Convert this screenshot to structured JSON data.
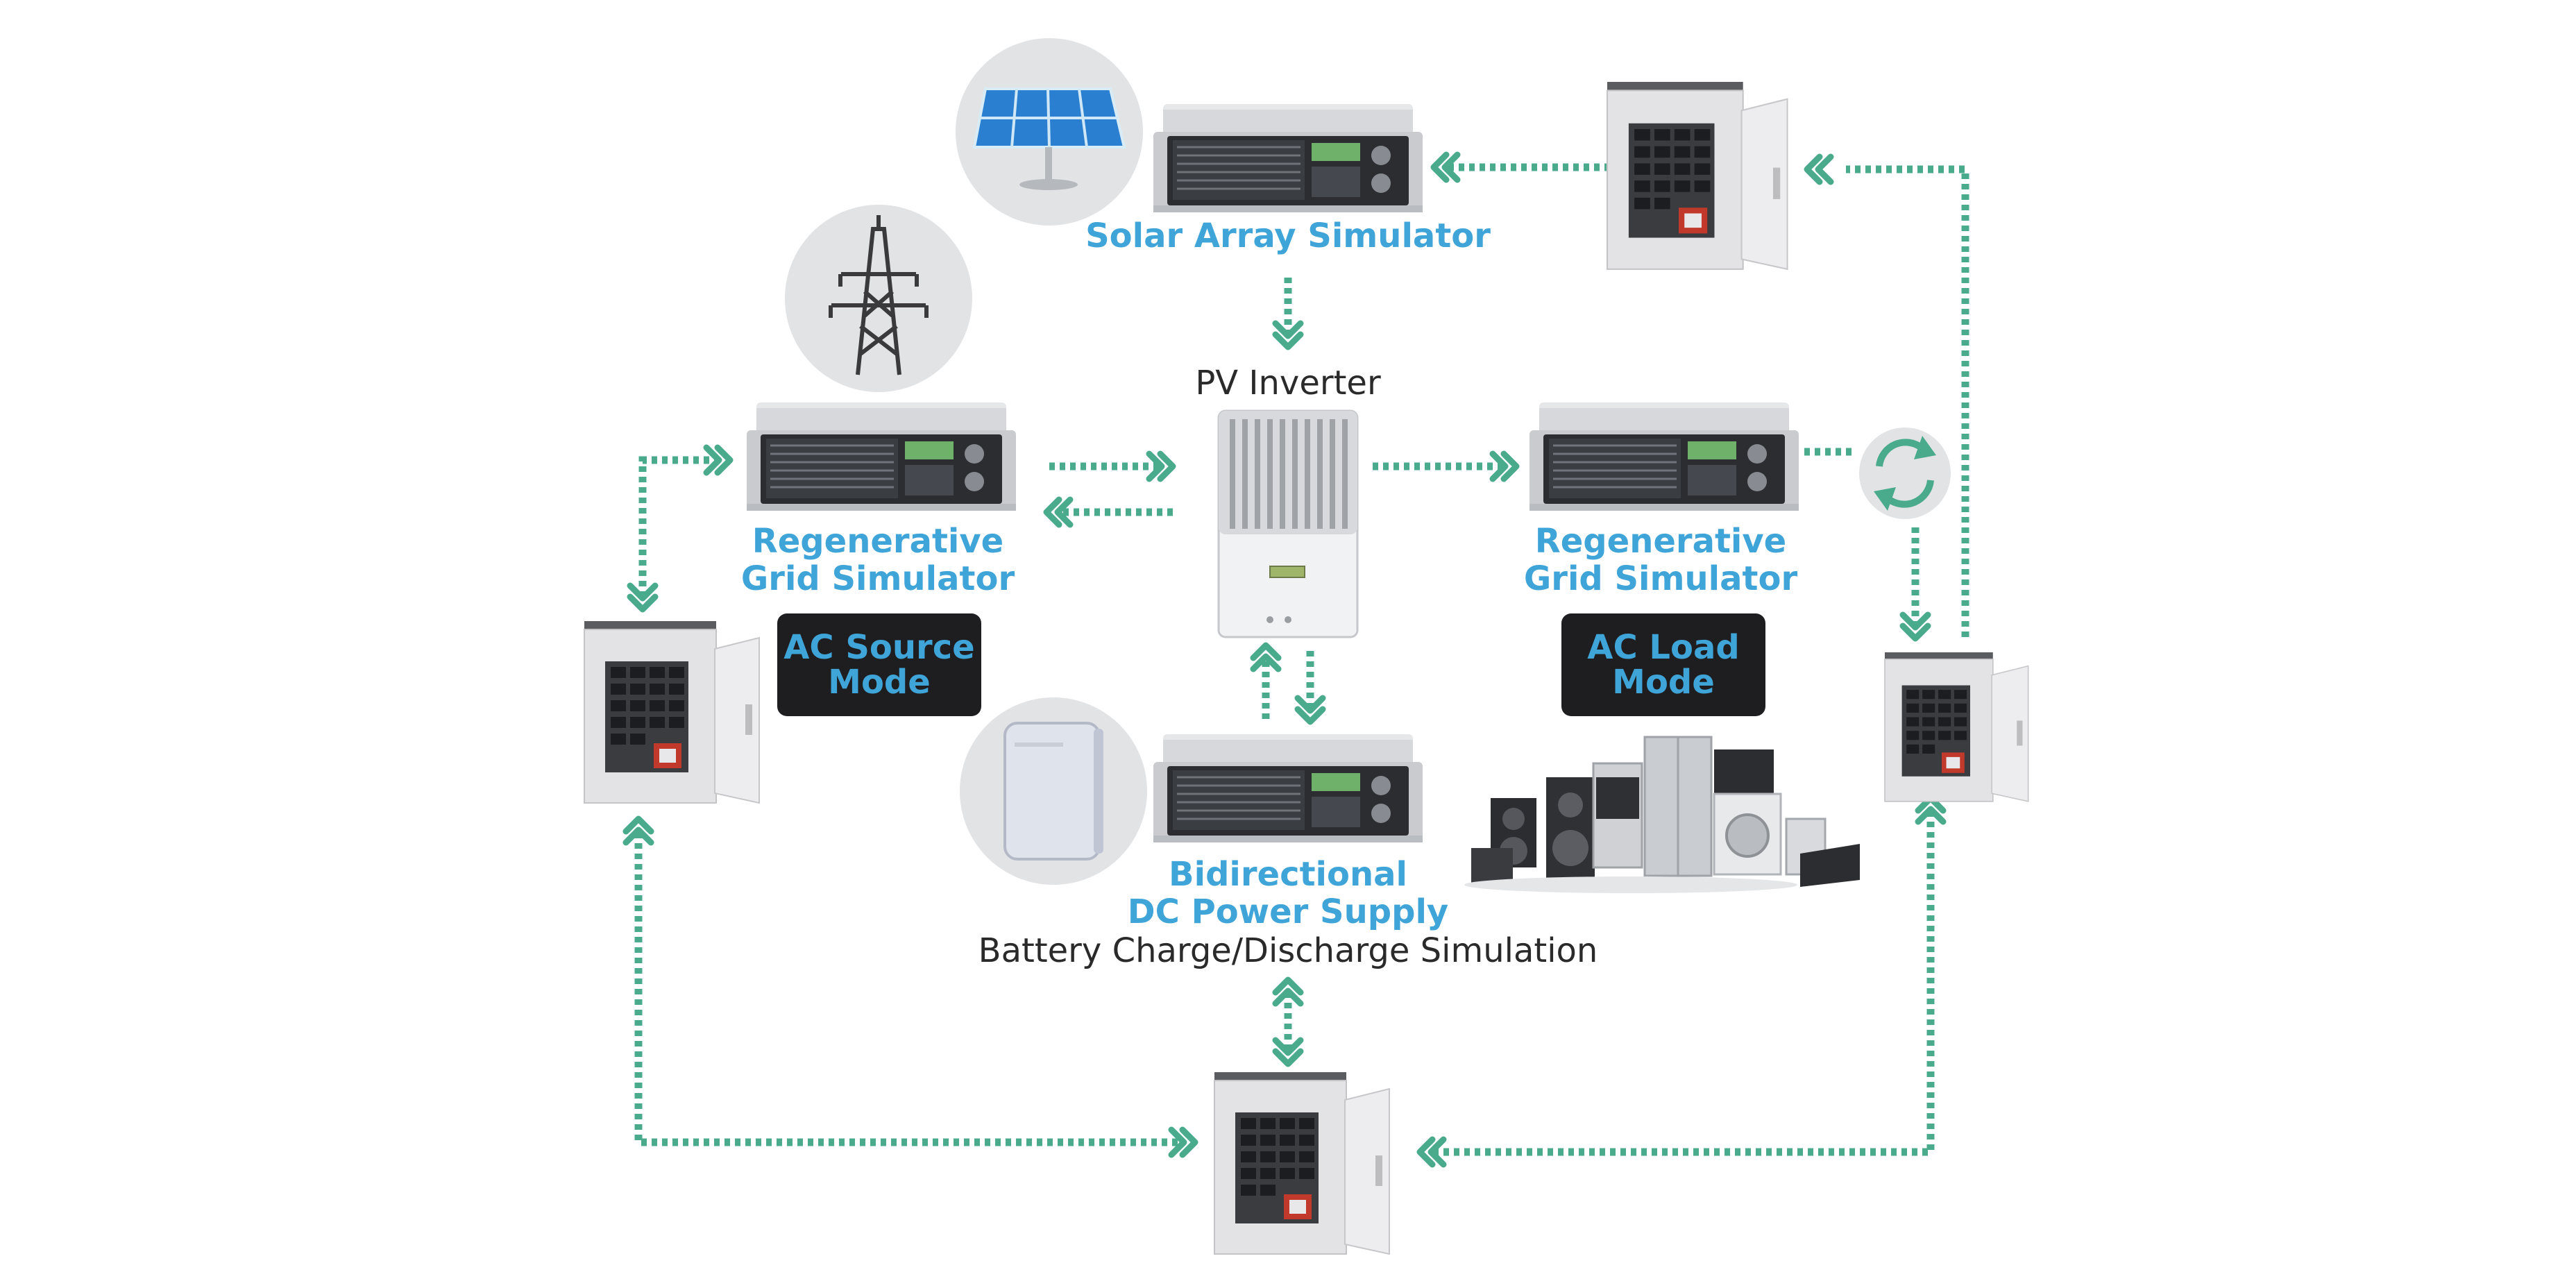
{
  "labels": {
    "solar": "Solar Array Simulator",
    "pv_inverter": "PV Inverter",
    "grid_left_line1": "Regenerative",
    "grid_left_line2": "Grid Simulator",
    "grid_right_line1": "Regenerative",
    "grid_right_line2": "Grid Simulator",
    "bidir_line1": "Bidirectional",
    "bidir_line2": "DC Power Supply",
    "battery": "Battery Charge/Discharge Simulation"
  },
  "modes": {
    "ac_source_line1": "AC Source",
    "ac_source_line2": "Mode",
    "ac_load_line1": "AC Load",
    "ac_load_line2": "Mode"
  },
  "colors": {
    "accent_blue": "#3fa4d8",
    "arrow_green": "#4aab8c",
    "mode_box": "#1e1e20"
  },
  "icons": [
    "solar-panel-icon",
    "power-tower-icon",
    "battery-icon",
    "cycle-icon",
    "appliances-icon",
    "breaker-panel-icon",
    "power-unit-icon",
    "pv-inverter-icon"
  ]
}
